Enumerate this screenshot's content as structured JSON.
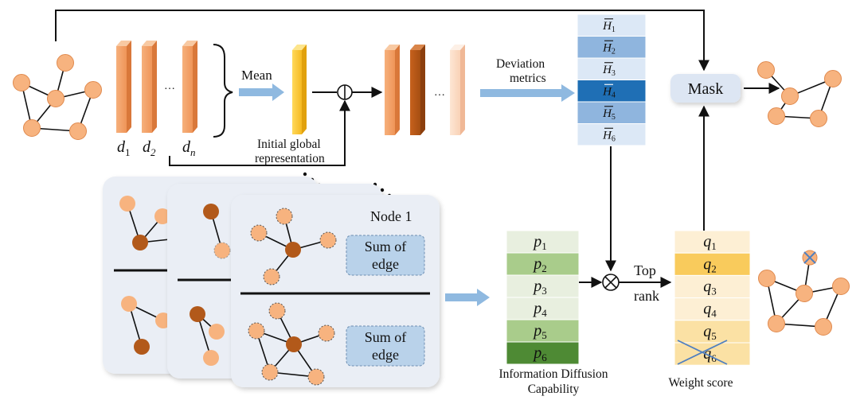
{
  "labels": {
    "mean": "Mean",
    "initial_global_1": "Initial global",
    "initial_global_2": "representation",
    "deviation_1": "Deviation",
    "deviation_2": "metrics",
    "mask": "Mask",
    "node1": "Node 1",
    "sum_of": "Sum of",
    "edge": "edge",
    "top": "Top",
    "rank": "rank",
    "info_1": "Information Diffusion",
    "info_2": "Capability",
    "weight_score": "Weight score",
    "d_letter": "d",
    "d_subs": [
      "1",
      "2",
      "n"
    ],
    "h_letter": "H",
    "h_subs": [
      "1",
      "2",
      "3",
      "4",
      "5",
      "6"
    ],
    "p_letter": "p",
    "p_subs": [
      "1",
      "2",
      "3",
      "4",
      "5",
      "6"
    ],
    "q_letter": "q",
    "q_subs": [
      "1",
      "2",
      "3",
      "4",
      "5",
      "6"
    ]
  },
  "colors": {
    "node": "#f7b37f",
    "node_dark": "#b2591a",
    "arrow_blue": "#8fb9e0",
    "mask_box": "#dde6f3",
    "sum_box": "#b9d2ea",
    "h_fills": [
      "#dce8f6",
      "#8fb5de",
      "#dce8f6",
      "#1f6fb5",
      "#8fb5de",
      "#dce8f6"
    ],
    "p_fills": [
      "#e8efdf",
      "#a9cc8b",
      "#e8efdf",
      "#e8efdf",
      "#a9cc8b",
      "#4e8a34"
    ],
    "q_fills": [
      "#fdefd4",
      "#f9cb5c",
      "#fdefd4",
      "#fdefd4",
      "#fbe1a4",
      "#fbe1a4"
    ]
  }
}
